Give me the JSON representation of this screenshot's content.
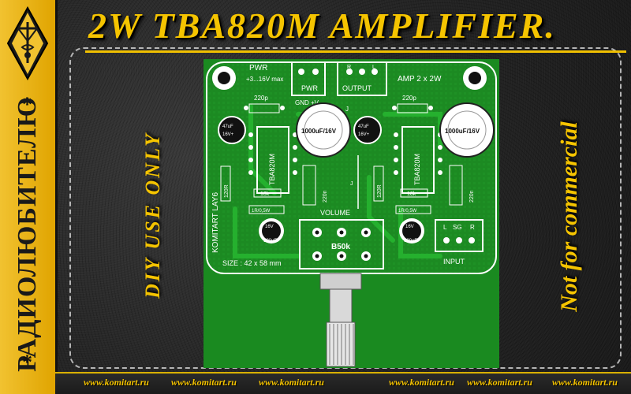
{
  "title": "2W  TBA820M  AMPLIFIER.",
  "sidebar": {
    "brand": "РАДИОЛЮБИТЕЛЮ",
    "star_top": "*",
    "star_bottom": "*"
  },
  "notes": {
    "left": "DIY  USE  ONLY",
    "right": "Not for commercial"
  },
  "footer": {
    "urls": [
      "www.komitart.ru",
      "www.komitart.ru",
      "www.komitart.ru",
      "www.komitart.ru",
      "www.komitart.ru",
      "www.komitart.ru"
    ]
  },
  "pcb": {
    "pwr_label": "PWR",
    "pwr_spec": "+3...16V max",
    "pwr_conn": "PWR",
    "output_conn": "OUTPUT",
    "output_pins": [
      "R",
      "L"
    ],
    "amp_label": "AMP 2 x 2W",
    "gnd_label": "GND +V",
    "cap_220p": "220p",
    "cap_47uf": "47uF",
    "cap_47uf_v": "16V+",
    "chip": "TBA820M",
    "cap_1000": "1000uF/16V",
    "res_120": "120R",
    "res_10k": "10k",
    "res_1r": "1R/0,5W",
    "cap_220n": "220n",
    "volume": "VOLUME",
    "pot": "B50k",
    "cap_100uf_v": "16V",
    "cap_100uf": "100uF",
    "maker": "KOMITART LAY6",
    "size": "SIZE : 42 x 58 mm",
    "input_conn": "INPUT",
    "input_pins": [
      "L",
      "SG",
      "R"
    ],
    "jumper": "J"
  },
  "colors": {
    "pcb_green": "#1c8a22",
    "trace": "#23a52b",
    "silk": "#ffffff",
    "accent": "#f5c400"
  }
}
